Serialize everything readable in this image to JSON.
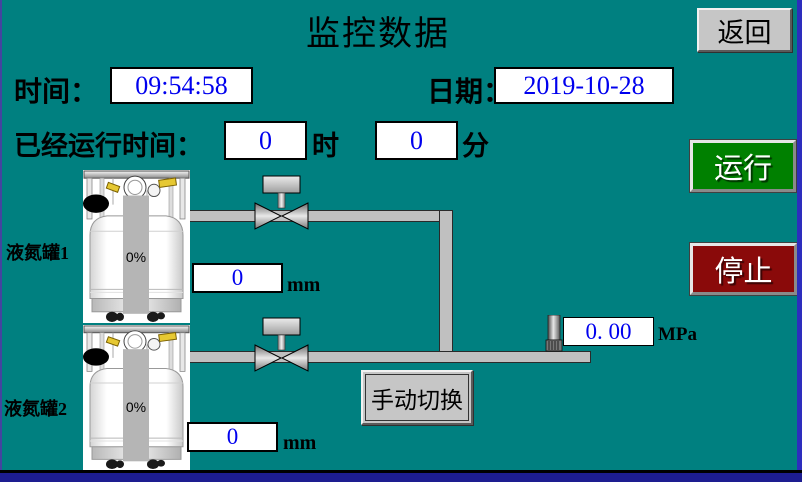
{
  "screen": {
    "title": "监控数据"
  },
  "header": {
    "back_button": "返回"
  },
  "datetime": {
    "time_label": "时间：",
    "time_value": "09:54:58",
    "date_label": "日期：",
    "date_value": "2019-10-28"
  },
  "runtime": {
    "label": "已经运行时间：",
    "hours_value": "0",
    "hours_unit": "时",
    "minutes_value": "0",
    "minutes_unit": "分"
  },
  "tanks": [
    {
      "label": "液氮罐1",
      "percent": "0%",
      "level_value": "0",
      "level_unit": "mm"
    },
    {
      "label": "液氮罐2",
      "percent": "0%",
      "level_value": "0",
      "level_unit": "mm"
    }
  ],
  "pressure": {
    "value": "0. 00",
    "unit": "MPa"
  },
  "controls": {
    "manual_switch": "手动切换",
    "run": "运行",
    "stop": "停止"
  },
  "colors": {
    "background_teal": "#008080",
    "button_gray": "#c6c6c6",
    "run_green": "#008000",
    "stop_red": "#8a0a0a",
    "value_blue": "#0000ee",
    "pipe_gray": "#c0c0c0"
  }
}
